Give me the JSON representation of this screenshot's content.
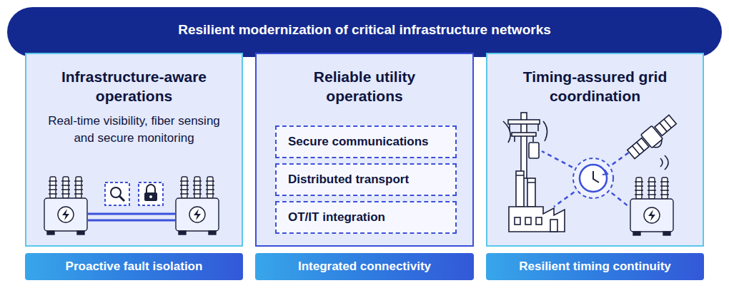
{
  "diagram": {
    "title": "Resilient modernization of critical infrastructure networks",
    "nodes": [
      {
        "text": [
          "Infrastructure-aware operations",
          "Real-time visibility, fiber sensing and secure monitoring"
        ]
      },
      {
        "text": [
          "Reliable utility operations"
        ]
      },
      {
        "text": [
          "Secure communications"
        ],
        "in": 1
      },
      {
        "text": [
          "Distributed transport"
        ],
        "in": 1
      },
      {
        "text": [
          "OT/IT integration"
        ],
        "in": 1
      },
      {
        "text": [
          "Timing-assured grid coordination"
        ]
      },
      {
        "text": [
          "Proactive fault isolation"
        ]
      },
      {
        "text": [
          "Integrated connectivity"
        ]
      },
      {
        "text": [
          "Resilient timing continuity"
        ]
      }
    ]
  }
}
